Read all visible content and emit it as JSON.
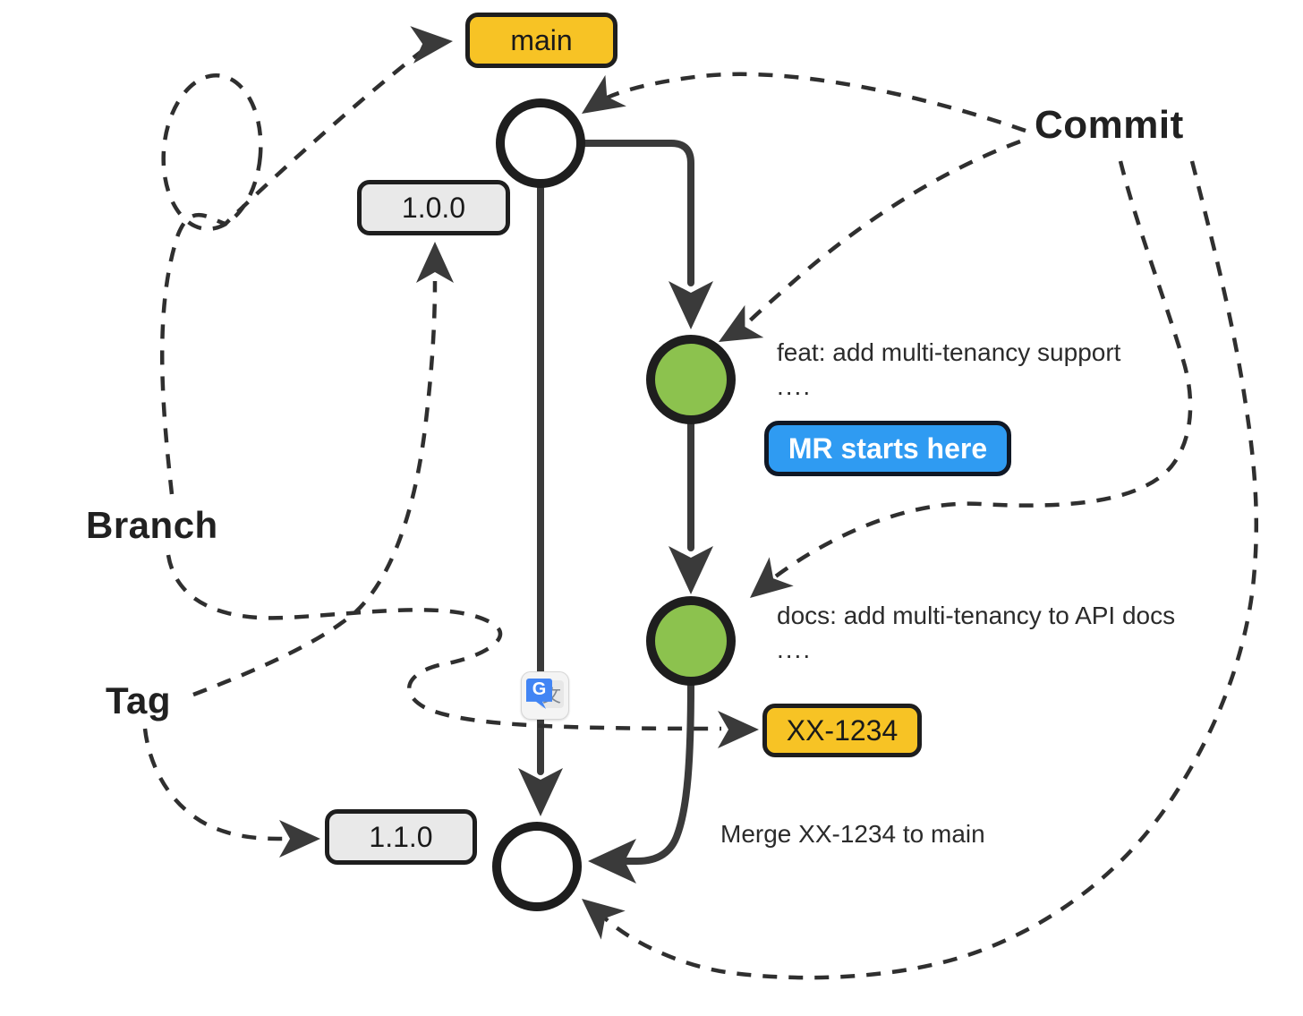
{
  "labels": {
    "main_branch": "main",
    "feature_branch": "XX-1234",
    "tag_1": "1.0.0",
    "tag_2": "1.1.0",
    "legend_commit": "Commit",
    "legend_branch": "Branch",
    "legend_tag": "Tag",
    "mr_badge": "MR starts here",
    "merge_note": "Merge XX-1234 to main"
  },
  "commits": {
    "feat_message": "feat: add multi-tenancy support",
    "feat_more": "....",
    "docs_message": "docs: add multi-tenancy to API docs",
    "docs_more": "...."
  },
  "icons": {
    "translate_g": "G",
    "translate_zh": "文"
  },
  "colors": {
    "branch_label_bg": "#F7C325",
    "tag_label_bg": "#E9E9E9",
    "mr_badge_bg": "#2F9BF2",
    "mr_badge_border": "#101826",
    "commit_node_green": "#8CC24E",
    "commit_node_white": "#FFFFFF",
    "node_border": "#1E1E1E",
    "solid_line": "#3A3A3A",
    "dashed_line": "#2F2F2F",
    "text": "#1A1A1A"
  }
}
